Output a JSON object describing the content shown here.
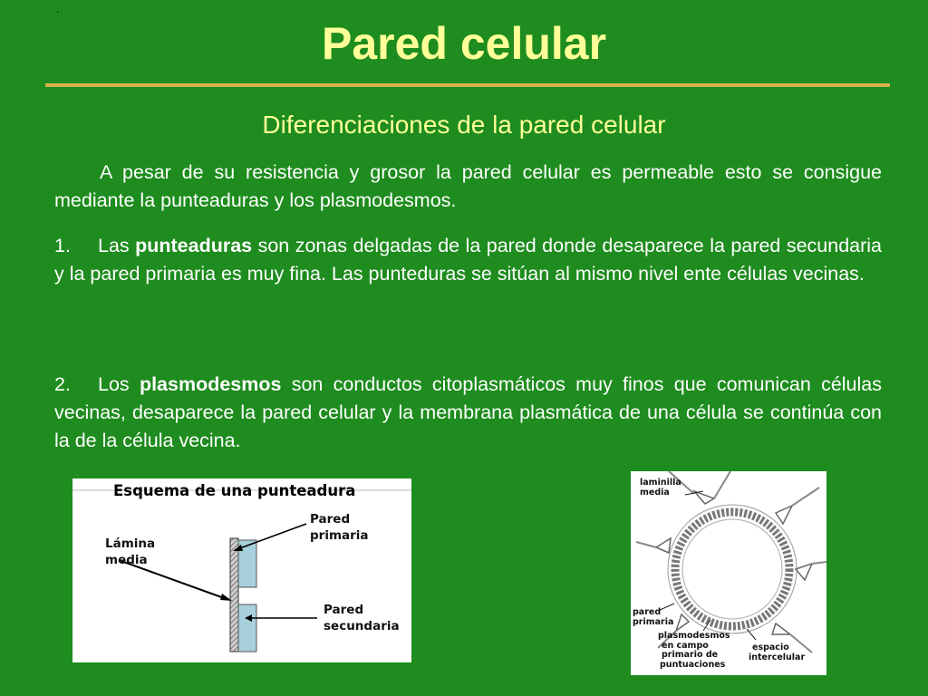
{
  "header": {
    "dot": ".",
    "title": "Pared celular"
  },
  "subtitle": "Diferenciaciones de la pared celular",
  "paragraphs": {
    "intro": "A pesar de su resistencia y grosor la pared celular es permeable esto se consigue mediante la punteaduras y los plasmodesmos.",
    "item1": {
      "number": "1.",
      "lead": "Las ",
      "term": "punteaduras",
      "rest": " son zonas delgadas de la pared donde desaparece la pared secundaria y la pared primaria es muy fina. Las punteduras se sitúan al mismo nivel ente células vecinas."
    },
    "item2": {
      "number": "2.",
      "lead": "Los ",
      "term": "plasmodesmos",
      "rest": " son conductos citoplasmáticos muy finos que comunican células vecinas, desaparece la pared celular y la membrana plasmática de una célula se continúa con la de la célula vecina."
    }
  },
  "figure_punteadura": {
    "title": "Esquema de una punteadura",
    "label_lamina_1": "Lámina",
    "label_lamina_2": "media",
    "label_primaria_1": "Pared",
    "label_primaria_2": "primaria",
    "label_secundaria_1": "Pared",
    "label_secundaria_2": "secundaria",
    "wall_color": "#a8d0dc"
  },
  "figure_plasmodesmos": {
    "label_laminilla_1": "laminilla",
    "label_laminilla_2": "media",
    "label_pared_1": "pared",
    "label_pared_2": "primaria",
    "label_plasmo_1": "plasmodesmos",
    "label_plasmo_2": "en campo",
    "label_plasmo_3": "primario de",
    "label_plasmo_4": "puntuaciones",
    "label_espacio_1": "espacio",
    "label_espacio_2": "intercelular"
  },
  "colors": {
    "background": "#1e8c1e",
    "title": "#ffff99",
    "rule": "#d7b24c",
    "body_text": "#ffffff"
  }
}
